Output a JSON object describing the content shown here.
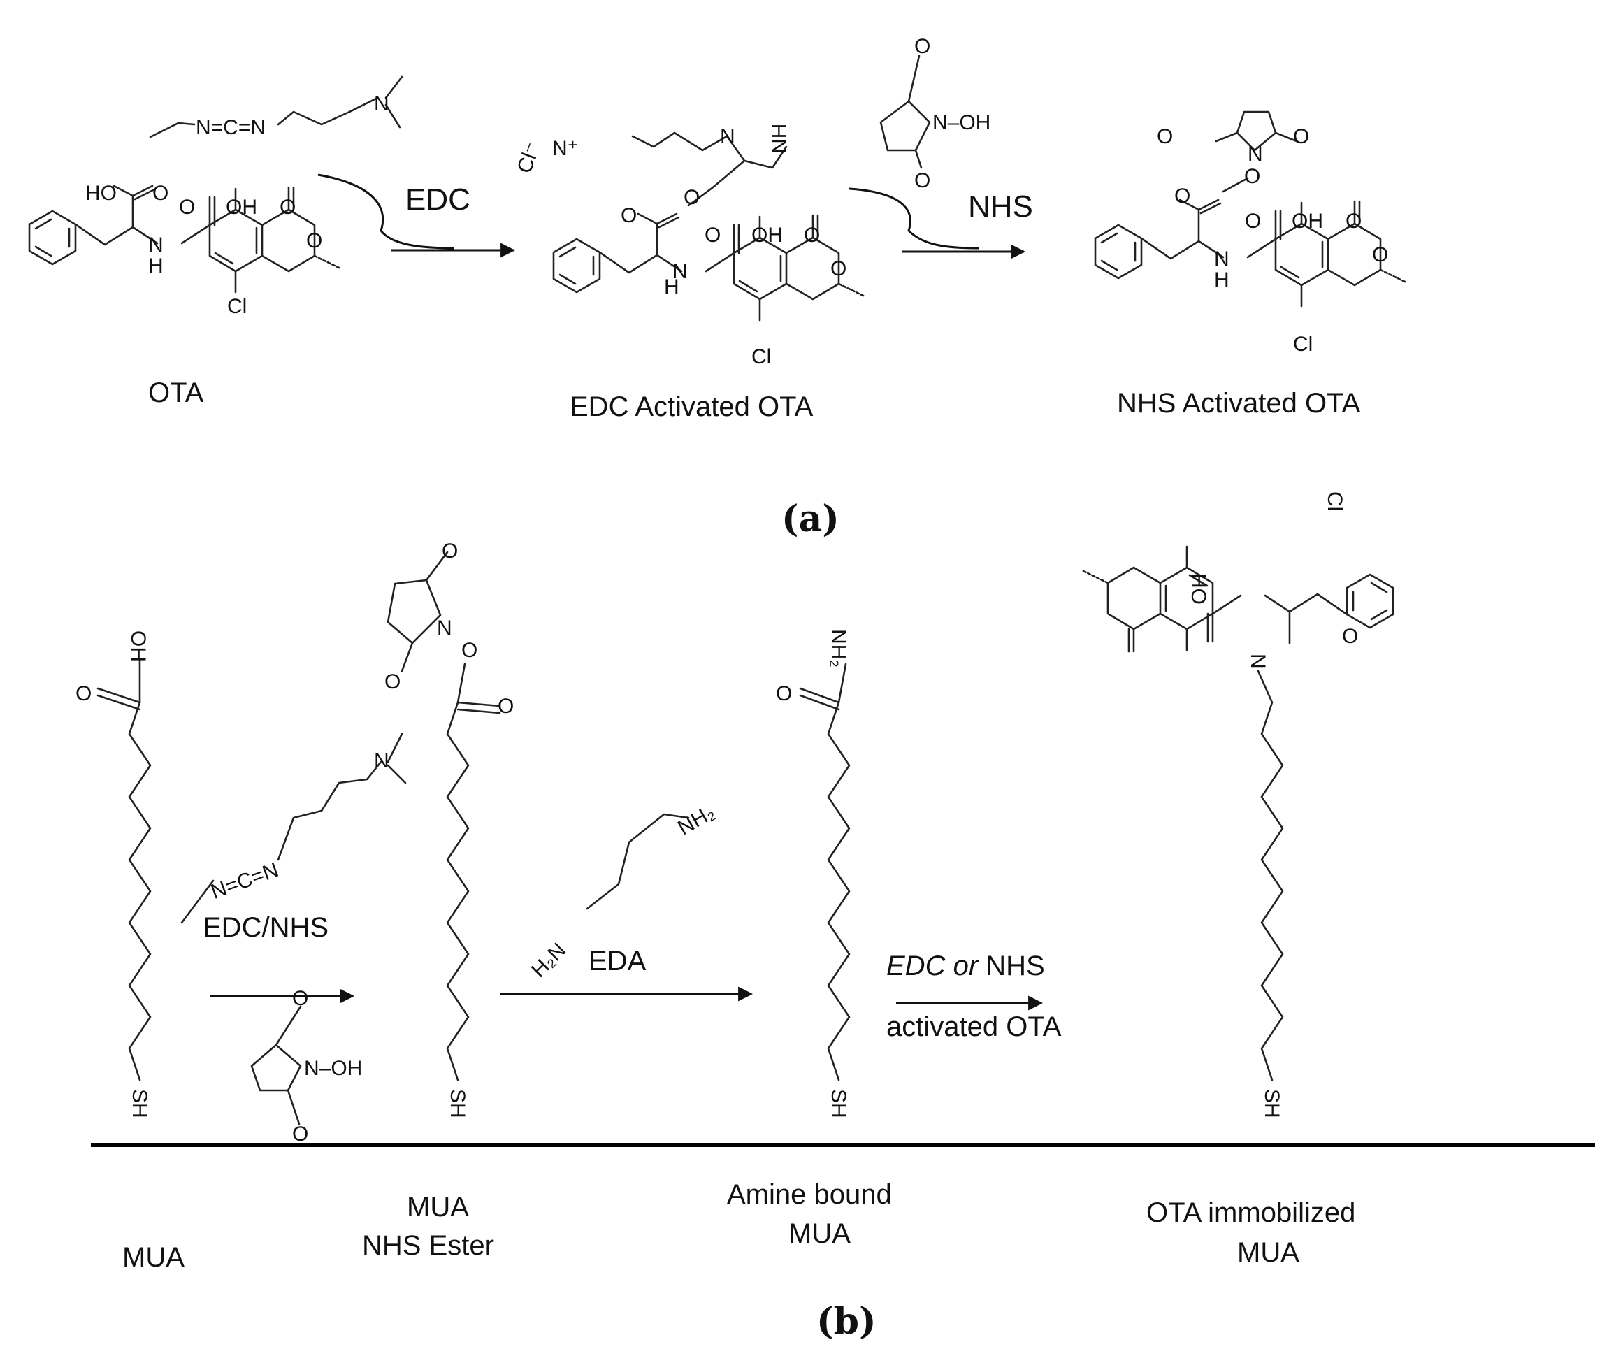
{
  "panel_a": {
    "caption": "(a)",
    "step1_reagent": "EDC",
    "step2_reagent": "NHS",
    "compounds": {
      "ota": "OTA",
      "edc_activated": "EDC Activated OTA",
      "nhs_activated": "NHS Activated OTA"
    }
  },
  "panel_b": {
    "caption": "(b)",
    "step1_reagent": "EDC/NHS",
    "step2_reagent": "EDA",
    "step3_reagent_line1": "EDC or NHS",
    "step3_reagent_line2": "activated OTA",
    "stages": {
      "mua": "MUA",
      "mua_nhs_line1": "MUA",
      "mua_nhs_line2": "NHS Ester",
      "amine_line1": "Amine bound",
      "amine_line2": "MUA",
      "ota_imm_line1": "OTA immobilized",
      "ota_imm_line2": "MUA"
    }
  },
  "atoms": {
    "ho": "HO",
    "o": "O",
    "oh": "OH",
    "n": "N",
    "nh": "NH",
    "h": "H",
    "cl": "Cl",
    "sh": "SH",
    "n_oh": "N–OH",
    "nh2": "NH₂",
    "h2n": "H₂N",
    "carbodiimide": "N=C=N",
    "cl_minus": "Cl⁻",
    "n_plus": "N⁺"
  }
}
